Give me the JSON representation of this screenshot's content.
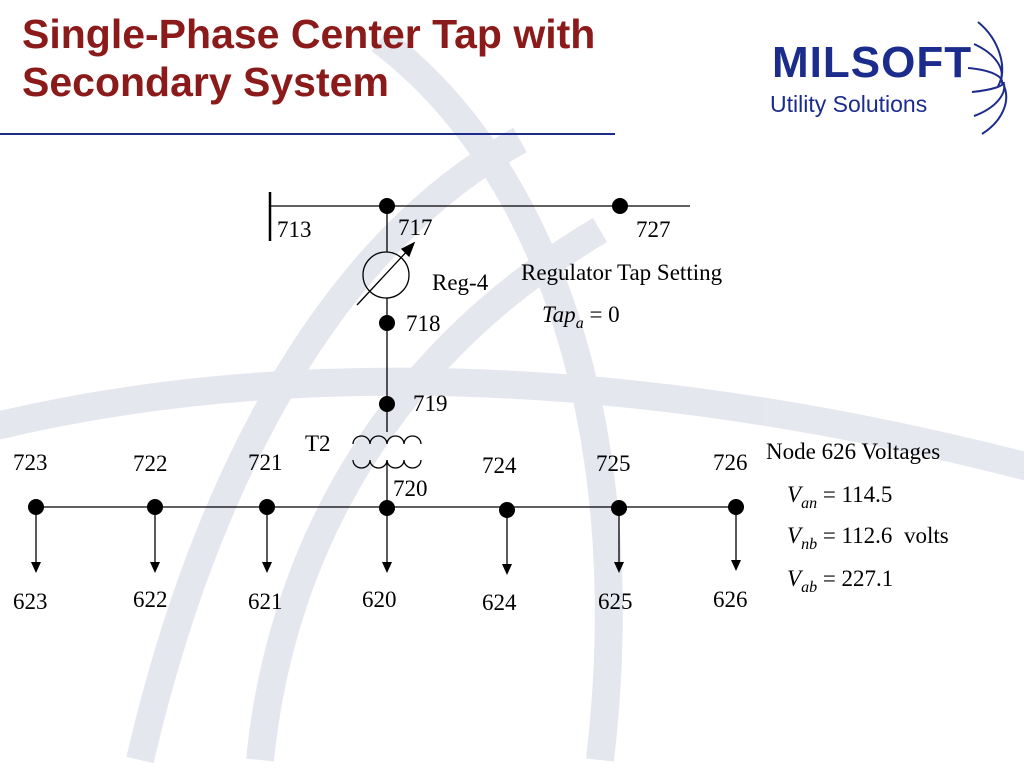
{
  "title": {
    "line1": "Single-Phase Center Tap with",
    "line2": "Secondary System"
  },
  "logo": {
    "word": "MILSOFT",
    "sub": "Utility Solutions"
  },
  "nodes": {
    "n713": "713",
    "n717": "717",
    "n727": "727",
    "n718": "718",
    "n719": "719",
    "n720": "720",
    "n721": "721",
    "n722": "722",
    "n723": "723",
    "n724": "724",
    "n725": "725",
    "n726": "726",
    "n620": "620",
    "n621": "621",
    "n622": "622",
    "n623": "623",
    "n624": "624",
    "n625": "625",
    "n626": "626"
  },
  "regulator": {
    "name": "Reg-4",
    "heading": "Regulator Tap Setting",
    "tap_symbol": "Tap",
    "tap_sub": "a",
    "tap_value": "= 0"
  },
  "transformer": {
    "name": "T2"
  },
  "voltages": {
    "heading": "Node 626 Voltages",
    "van_symbol": "V",
    "van_sub": "an",
    "van_value": "= 114.5",
    "vnb_symbol": "V",
    "vnb_sub": "nb",
    "vnb_value": "= 112.6",
    "unit": "volts",
    "vab_symbol": "V",
    "vab_sub": "ab",
    "vab_value": "= 227.1"
  },
  "colors": {
    "title": "#8b1a1a",
    "brand_blue": "#1c2c8c",
    "diagram": "#000000",
    "watermark": "#e3e5ee"
  }
}
